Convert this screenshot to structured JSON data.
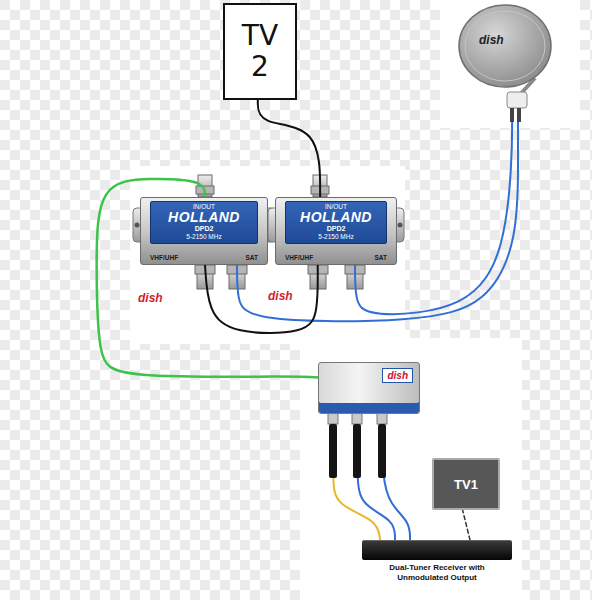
{
  "diagram": {
    "nodes": [
      {
        "text": [
          "TV 2"
        ]
      },
      {
        "text": [
          "IN/OUT",
          "HOLLAND",
          "DPD2",
          "5-2150 MHz",
          "VHF/UHF",
          "SAT"
        ]
      },
      {
        "text": [
          "IN/OUT",
          "HOLLAND",
          "DPD2",
          "5-2150 MHz",
          "VHF/UHF",
          "SAT"
        ]
      },
      {
        "text": [
          "dish"
        ]
      },
      {
        "text": [
          "dish"
        ]
      },
      {
        "text": [
          "Dual-Tuner Receiver with Unmodulated Output"
        ]
      },
      {
        "text": [
          "TV1"
        ]
      }
    ],
    "edges": [
      {
        "from": 0,
        "to": 2,
        "arrow": "none"
      },
      {
        "from": 2,
        "to": 3,
        "arrow": "none"
      },
      {
        "from": 1,
        "to": 3,
        "arrow": "none"
      },
      {
        "from": 2,
        "to": 1,
        "arrow": "none"
      },
      {
        "from": 1,
        "to": 4,
        "arrow": "none"
      },
      {
        "from": 4,
        "to": 5,
        "arrow": "none"
      },
      {
        "from": 4,
        "to": 5,
        "arrow": "none"
      },
      {
        "from": 4,
        "to": 5,
        "arrow": "none"
      },
      {
        "from": 5,
        "to": 6,
        "arrow": "none"
      }
    ],
    "labels": [
      "dish",
      "dish"
    ]
  }
}
